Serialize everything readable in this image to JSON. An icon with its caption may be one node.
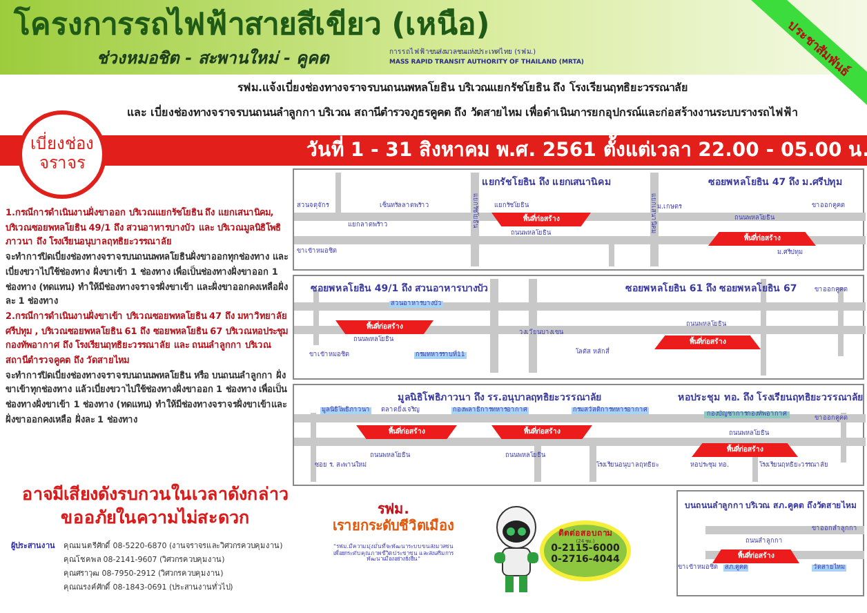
{
  "diagram": {
    "title": "โครงการรถไฟฟ้าสายสีเขียว (เหนือ)",
    "nodes": [
      {
        "text": [
          "ประชาสัมพันธ์"
        ]
      },
      {
        "text": [
          "เบี่ยงช่องจราจร"
        ]
      },
      {
        "text": [
          "วันที่ 1 - 31 สิงหาคม พ.ศ. 2561 ตั้งแต่เวลา 22.00 - 05.00 น."
        ]
      },
      {
        "text": [
          "แยกรัชโยธิน ถึง แยกเสนานิคม",
          "ซอยพหลโยธิน 47 ถึง ม.ศรีปทุม"
        ]
      },
      {
        "text": [
          "พื้นที่ก่อสร้าง"
        ],
        "in": 3
      },
      {
        "text": [
          "พื้นที่ก่อสร้าง"
        ],
        "in": 3
      },
      {
        "text": [
          "ซอยพหลโยธิน 49/1 ถึง สวนอาหารบางบัว",
          "ซอยพหลโยธิน 61 ถึง ซอยพหลโยธิน 67"
        ]
      },
      {
        "text": [
          "พื้นที่ก่อสร้าง"
        ],
        "in": 6
      },
      {
        "text": [
          "พื้นที่ก่อสร้าง"
        ],
        "in": 6
      },
      {
        "text": [
          "มูลนิธิโพธิภาวนา ถึง รร.อนุบาลฤทธิยะวรรณาลัย",
          "หอประชุม ทอ. ถึง โรงเรียนฤทธิยะวรรณาลัย"
        ]
      },
      {
        "text": [
          "พื้นที่ก่อสร้าง"
        ],
        "in": 9
      },
      {
        "text": [
          "พื้นที่ก่อสร้าง"
        ],
        "in": 9
      },
      {
        "text": [
          "พื้นที่ก่อสร้าง"
        ],
        "in": 9
      },
      {
        "text": [
          "บนถนนลำลูกกา บริเวณ สภ.คูคต ถึงวัดสายไหม"
        ]
      },
      {
        "text": [
          "พื้นที่ก่อสร้าง"
        ],
        "in": 13
      },
      {
        "text": [
          "ติดต่อสอบถาม",
          "(24 ชม.)",
          "0-2115-6000",
          "0-2716-4044"
        ]
      }
    ],
    "labels": [
      "ช่วงหมอชิต - สะพานใหม่ - คูคต",
      "การรถไฟฟ้าขนส่งมวลชนแห่งประเทศไทย (รฟม.)",
      "MASS RAPID TRANSIT AUTHORITY OF THAILAND (MRTA)",
      "รฟม.แจ้งเบี่ยงช่องทางจราจรบนถนนพหลโยธิน บริเวณแยกรัชโยธิน ถึง โรงเรียนฤทธิยะวรรณาลัย",
      "และ เบี่ยงช่องทางจราจรบนถนนลำลูกกา บริเวณ สถานีตำรวจภูธรคูคต ถึง วัดสายไหม เพื่อดำเนินการยกอุปกรณ์และก่อสร้างงานระบบรางรถไฟฟ้า",
      "1.กรณีการดำเนินงานฝั่งขาออก บริเวณแยกรัชโยธิน ถึง แยกเสนานิคม, บริเวณซอยพหลโยธิน 49/1 ถึง สวนอาหารบางบัว และ บริเวณมูลนิธิโพธิภาวนา ถึง โรงเรียนอนุบาลฤทธิยะวรรณาลัย",
      "จะทำการปิดเบี่ยงช่องทางจราจรบนถนนพหลโยธินฝั่งขาออกทุกช่องทาง และเบี่ยงขวาไปใช้ช่องทาง ฝั่งขาเข้า 1 ช่องทาง เพื่อเป็นช่องทางฝั่งขาออก 1 ช่องทาง (ทดแทน) ทำให้มีช่องทางจราจรฝั่งขาเข้า และฝั่งขาออกคงเหลือฝั่งละ 1 ช่องทาง",
      "2.กรณีการดำเนินงานฝั่งขาเข้า บริเวณซอยพหลโยธิน 47 ถึง มหาวิทยาลัยศรีปทุม , บริเวณซอยพหลโยธิน 61 ถึง ซอยพหลโยธิน 67 บริเวณหอประชุมกองทัพอากาศ ถึง โรงเรียนฤทธิยะวรรณาลัย และ ถนนลำลูกกา บริเวณสถานีตำรวจคูคต ถึง วัดสายไหม",
      "จะทำการปิดเบี่ยงช่องทางจราจรบนถนนพหลโยธิน หรือ บนถนนลำลูกกา ฝั่งขาเข้าทุกช่องทาง แล้วเบี่ยงขวาไปใช้ช่องทางฝั่งขาออก 1 ช่องทาง เพื่อเป็นช่องทางฝั่งขาเข้า 1 ช่องทาง (ทดแทน) ทำให้มีช่องทางจราจรฝั่งขาเข้าและฝั่งขาออกคงเหลือ ฝั่งละ 1 ช่องทาง",
      "สวนจตุจักร",
      "เซ็นทรัลลาดพร้าว",
      "แยกลาดพร้าว",
      "ขาเข้าหมอชิต",
      "แยกรัชโยธิน",
      "แยกรัชโยธิน",
      "ถนนพหลโยธิน",
      "แยกเสนานิคม",
      "ม.เกษตร",
      "ถนนพหลโยธิน",
      "ขาออกคูคต",
      "ม.ศรีปทุม",
      "สวนอาหารบางบัว",
      "ถนนพหลโยธิน",
      "ขาเข้าหมอชิต",
      "กรมทหารราบที่11",
      "วงเวียนบางเขน",
      "โลตัส หลักสี่",
      "ถนนพหลโยธิน",
      "ขาออกคูคต",
      "มูลนิธิโพธิภาวนา",
      "ตลาดยิ่งเจริญ",
      "กองพลาธิการทหารอากาศ",
      "กรมสวัสดิการทหารอากาศ",
      "กองบัญชาการกองทัพอากาศ",
      "ขาออกคูคต",
      "ถนนพหลโยธิน",
      "ถนนพหลโยธิน",
      "ถนนพหลโยธิน",
      "ซอย ร. สะพานใหม่",
      "โรงเรียนอนุบาลฤทธิยะ",
      "หอประชุม ทอ.",
      "โรงเรียนฤทธิยะวรรณาลัย",
      "ขาออกลำลูกกา",
      "ถนนลำลูกกา",
      "ขาเข้าหมอชิต",
      "สภ.คูคต",
      "วัดสายไหม",
      "อาจมีเสียงดังรบกวนในเวลาดังกล่าว",
      "ขออภัยในความไม่สะดวก",
      "ผู้ประสานงาน",
      "คุณมนตรีศักดิ์ 08-5220-6870 (งานจราจรและวิศวกรควบคุมงาน)",
      "คุณโชคพล 08-2141-9607 (วิศวกรควบคุมงาน)",
      "คุณศราวุฒ 08-7950-2912 (วิศวกรควบคุมงาน)",
      "คุณณรงค์ศักดิ์ 08-1843-0691 (ประสานงานทั่วไป)",
      "รฟม.",
      "เรายกระดับชีวิตเมือง",
      "\"รฟม.มีความมุ่งมั่นที่จะพัฒนาระบบขนส่งมวลชน เพื่อยกระดับคุณภาพชีวิตประชาชน และส่งเสริมการพัฒนาเมืองอย่างยั่งยืน\""
    ]
  }
}
